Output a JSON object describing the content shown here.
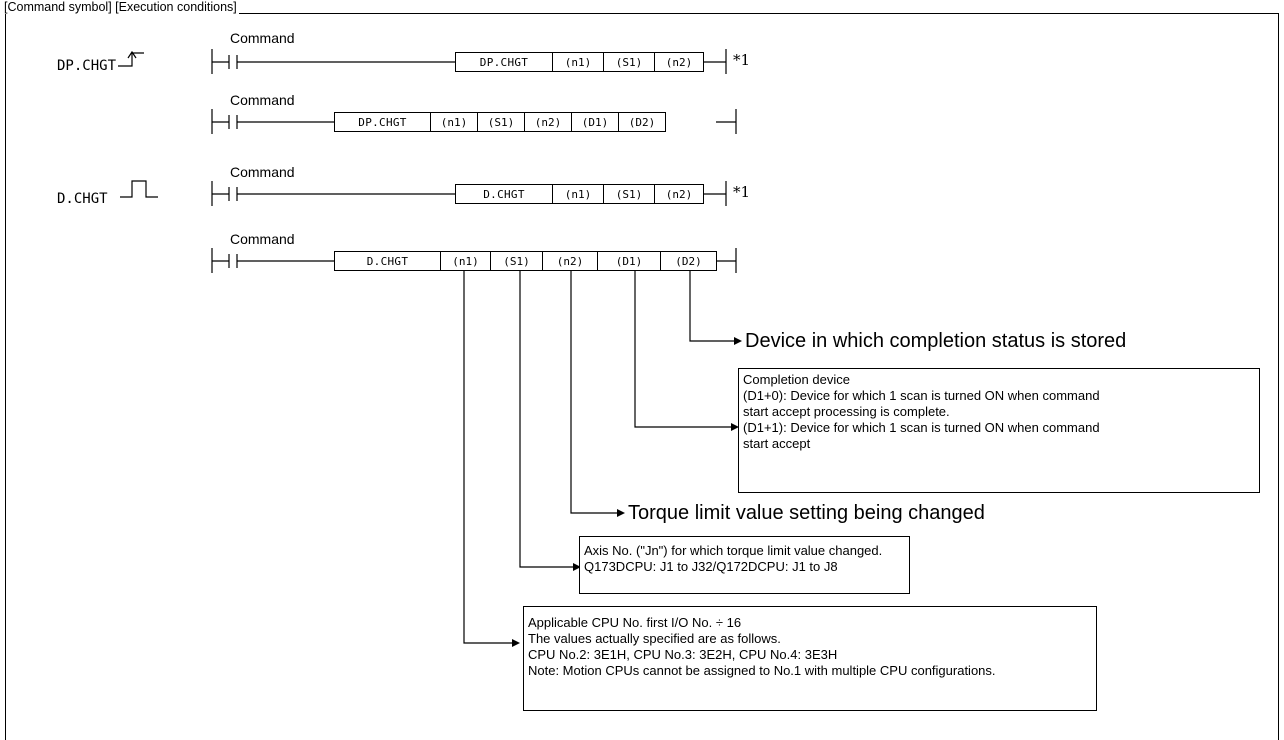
{
  "header": "[Command symbol] [Execution conditions]",
  "contact_label": "Command",
  "rows": [
    {
      "symbol": "DP.CHGT",
      "instr": "DP.CHGT",
      "args": [
        "(n1)",
        "(S1)",
        "(n2)"
      ],
      "note": "*1"
    },
    {
      "instr": "DP.CHGT",
      "args": [
        "(n1)",
        "(S1)",
        "(n2)",
        "(D1)",
        "(D2)"
      ]
    },
    {
      "symbol": "D.CHGT",
      "instr": "D.CHGT",
      "args": [
        "(n1)",
        "(S1)",
        "(n2)"
      ],
      "note": "*1"
    },
    {
      "instr": "D.CHGT",
      "args": [
        "(n1)",
        "(S1)",
        "(n2)",
        "(D1)",
        "(D2)"
      ]
    }
  ],
  "descriptions": {
    "d2": "Device in which completion status is stored",
    "d1_lines": [
      "Completion device",
      "(D1+0): Device for which 1 scan is turned ON when command",
      "start accept processing is complete.",
      "(D1+1): Device for which 1 scan is turned ON when command",
      "start accept"
    ],
    "n2": "Torque limit value setting being changed",
    "s1_lines": [
      "Axis No. (\"Jn\") for which torque limit value changed.",
      "Q173DCPU: J1 to J32/Q172DCPU: J1 to J8"
    ],
    "n1_lines": [
      "Applicable CPU No. first I/O No. ÷ 16",
      "The values actually specified are as follows.",
      "CPU No.2: 3E1H, CPU No.3: 3E2H, CPU No.4: 3E3H",
      "Note: Motion CPUs cannot be assigned to No.1 with multiple CPU configurations."
    ]
  }
}
